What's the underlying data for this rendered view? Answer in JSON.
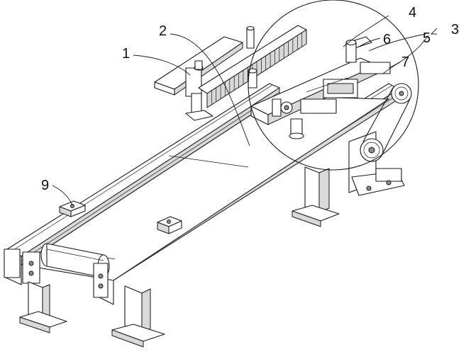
{
  "callouts": [
    {
      "id": "1",
      "text": "1"
    },
    {
      "id": "2",
      "text": "2"
    },
    {
      "id": "3",
      "text": "3"
    },
    {
      "id": "4",
      "text": "4"
    },
    {
      "id": "5",
      "text": "5"
    },
    {
      "id": "6",
      "text": "6"
    },
    {
      "id": "7",
      "text": "7"
    },
    {
      "id": "9",
      "text": "9"
    }
  ]
}
